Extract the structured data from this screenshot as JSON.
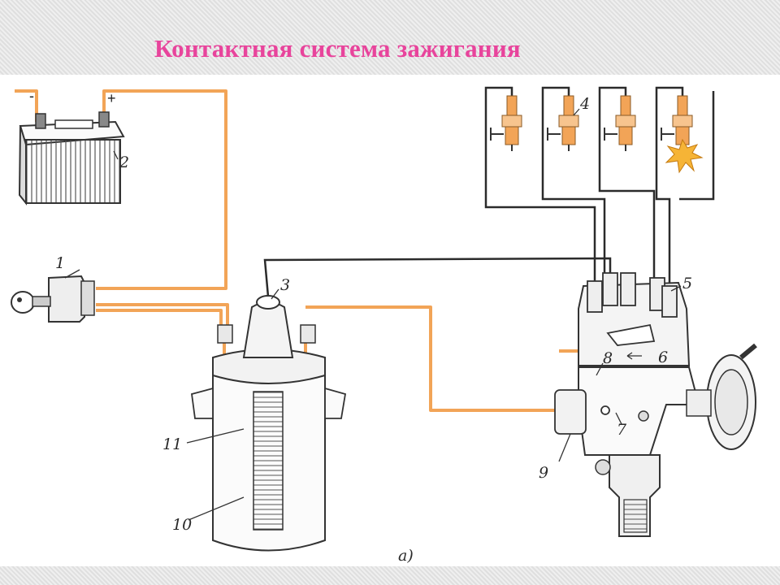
{
  "title": "Контактная система зажигания",
  "part_labels": [
    "1",
    "2",
    "3",
    "4",
    "5",
    "6",
    "7",
    "8",
    "9",
    "10",
    "11"
  ],
  "battery_terminals": {
    "negative": "-",
    "positive": "+"
  },
  "figure_caption": "а)",
  "colors": {
    "title": "#e8449c",
    "primary_wire": "#f2a457",
    "hv_wire": "#2b2b2b",
    "spark": "#f6b436",
    "plug": "#f2a457"
  }
}
